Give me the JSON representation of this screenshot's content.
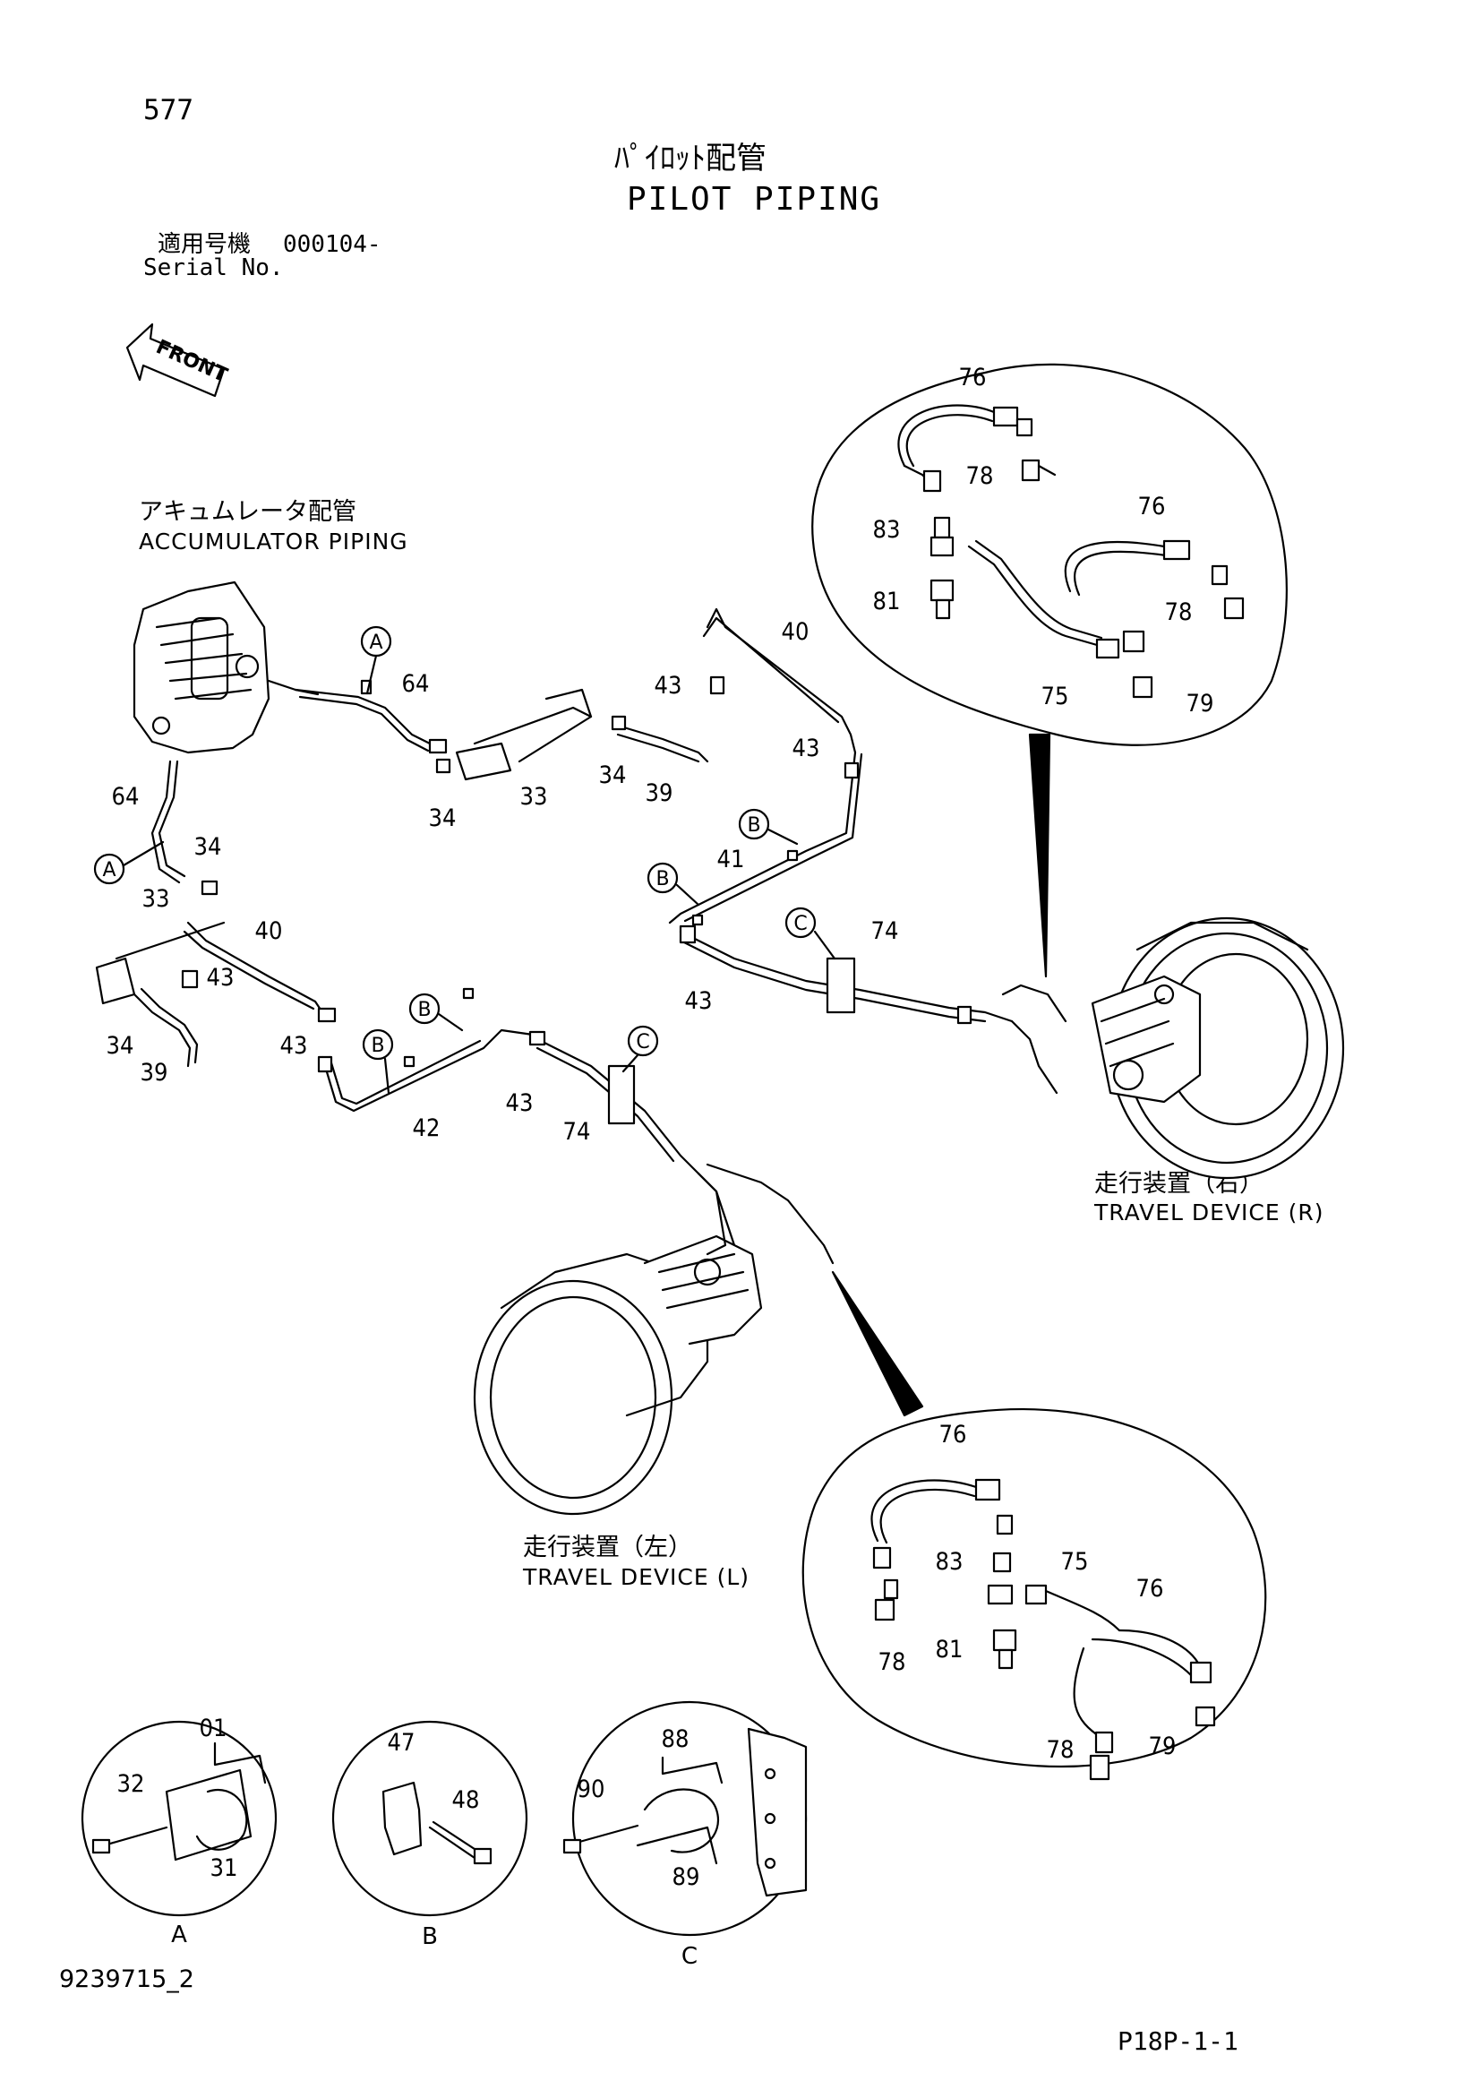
{
  "header": {
    "page_number": "577",
    "title_jp": "ﾊﾟｲﾛｯﾄ配管",
    "title_en": "PILOT PIPING",
    "serial_jp": "適用号機",
    "serial_value": "000104-",
    "serial_en": "Serial No."
  },
  "front_arrow": {
    "label": "FRONT"
  },
  "groups": {
    "accumulator_jp": "アキュムレータ配管",
    "accumulator_en": "ACCUMULATOR PIPING",
    "travel_r_jp": "走行装置（右）",
    "travel_r_en": "TRAVEL DEVICE (R)",
    "travel_l_jp": "走行装置（左）",
    "travel_l_en": "TRAVEL DEVICE (L)"
  },
  "detail_markers": {
    "a": "A",
    "b": "B",
    "c": "C"
  },
  "part_labels": [
    "76",
    "78",
    "83",
    "81",
    "76",
    "78",
    "75",
    "79",
    "64",
    "40",
    "43",
    "43",
    "34",
    "39",
    "33",
    "34",
    "64",
    "34",
    "33",
    "40",
    "43",
    "34",
    "39",
    "43",
    "41",
    "74",
    "43",
    "42",
    "43",
    "74",
    "76",
    "83",
    "75",
    "76",
    "78",
    "81",
    "78",
    "79",
    "01",
    "32",
    "31",
    "47",
    "48",
    "88",
    "90",
    "89"
  ],
  "footer": {
    "drawing_id": "9239715_2",
    "sheet": "P18P-1-1"
  }
}
